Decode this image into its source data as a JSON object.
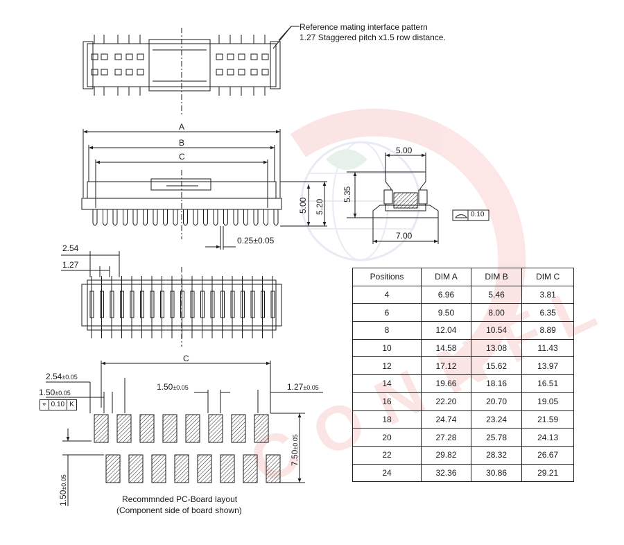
{
  "notes": {
    "ref_line1": "Reference mating interface pattern",
    "ref_line2": "1.27 Staggered pitch x1.5 row distance."
  },
  "front_view": {
    "dim_a": "A",
    "dim_b": "B",
    "dim_c": "C",
    "h1": "5.00",
    "h2": "5.20",
    "lead": "0.25±0.05"
  },
  "side_view": {
    "width_top": "5.00",
    "height": "5.35",
    "width_bottom": "7.00",
    "flatness": "0.10"
  },
  "bottom_view": {
    "pitch1": "2.54",
    "pitch2": "1.27"
  },
  "pcb_layout": {
    "dim_c": "C",
    "d254": "2.54",
    "d254_tol": "±0.05",
    "d150": "1.50",
    "d150_tol": "±0.05",
    "pos_tol": "0.10",
    "datum": "K",
    "pad_pitch": "1.50",
    "pad_pitch_tol": "±0.05",
    "d127": "1.27",
    "d127_tol": "±0.05",
    "row_dist": "7.50",
    "row_dist_tol": "±0.05",
    "v150": "1.50",
    "v150_tol": "±0.05",
    "caption1": "Recommnded PC-Board layout",
    "caption2": "(Component side of board shown)"
  },
  "table": {
    "headers": [
      "Positions",
      "DIM A",
      "DIM B",
      "DIM C"
    ],
    "rows": [
      [
        "4",
        "6.96",
        "5.46",
        "3.81"
      ],
      [
        "6",
        "9.50",
        "8.00",
        "6.35"
      ],
      [
        "8",
        "12.04",
        "10.54",
        "8.89"
      ],
      [
        "10",
        "14.58",
        "13.08",
        "11.43"
      ],
      [
        "12",
        "17.12",
        "15.62",
        "13.97"
      ],
      [
        "14",
        "19.66",
        "18.16",
        "16.51"
      ],
      [
        "16",
        "22.20",
        "20.70",
        "19.05"
      ],
      [
        "18",
        "24.74",
        "23.24",
        "21.59"
      ],
      [
        "20",
        "27.28",
        "25.78",
        "24.13"
      ],
      [
        "22",
        "29.82",
        "28.32",
        "26.67"
      ],
      [
        "24",
        "32.36",
        "30.86",
        "29.21"
      ]
    ]
  },
  "colors": {
    "line": "#1a1a1a",
    "watermark_red": "#e83a3a",
    "watermark_blue": "#5a6ab0",
    "watermark_green": "#4aa35a"
  }
}
